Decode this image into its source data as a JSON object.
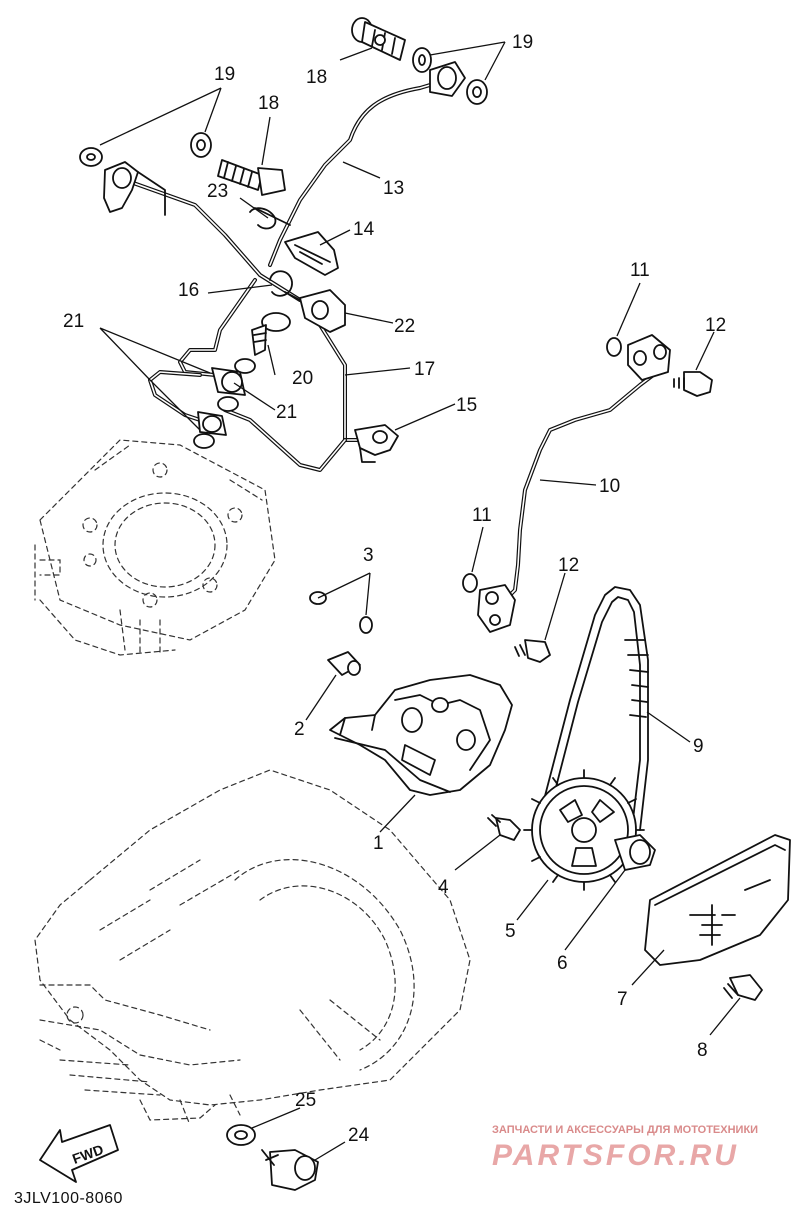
{
  "diagram": {
    "code": "3JLV100-8060",
    "fwd_label": "FWD",
    "callouts": [
      "1",
      "2",
      "3",
      "4",
      "5",
      "6",
      "7",
      "8",
      "9",
      "10",
      "11",
      "11",
      "12",
      "12",
      "13",
      "14",
      "15",
      "16",
      "17",
      "18",
      "18",
      "19",
      "19",
      "20",
      "21",
      "21",
      "22",
      "23",
      "24",
      "25"
    ]
  },
  "watermark": {
    "caption": "ЗАПЧАСТИ И АКСЕССУАРЫ ДЛЯ МОТОТЕХНИКИ",
    "brand": "PARTSFOR.RU"
  }
}
